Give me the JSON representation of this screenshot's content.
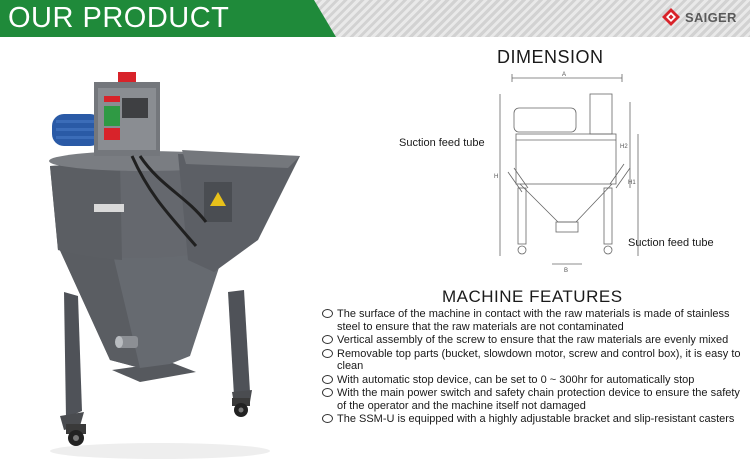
{
  "header": {
    "title": "OUR PRODUCT",
    "brand": "SAIGER"
  },
  "dimension": {
    "title": "DIMENSION",
    "callouts": [
      "Suction feed tube",
      "Suction feed tube"
    ],
    "drawing_labels": {
      "width": "A",
      "height": "H",
      "height_1": "H1",
      "height_2": "H2",
      "base": "B"
    }
  },
  "features": {
    "title": "MACHINE FEATURES",
    "items": [
      "The surface of the machine in contact with the raw materials is made of stainless steel to ensure that the raw materials are not contaminated",
      "Vertical assembly of the screw to ensure that the raw materials are evenly mixed",
      "Removable top parts (bucket, slowdown motor, screw and control box), it is easy to clean",
      "With automatic stop device, can be set to 0 ~ 300hr for automatically stop",
      "With the main power switch and safety chain protection device to ensure the safety of the operator and the machine itself not damaged",
      "The SSM-U is equipped with a highly adjustable bracket and slip-resistant casters"
    ]
  },
  "colors": {
    "banner_green": "#1f8a3a",
    "brand_red": "#d8232a",
    "machine_gray": "#5d6066",
    "motor_blue": "#2a5aa6"
  }
}
